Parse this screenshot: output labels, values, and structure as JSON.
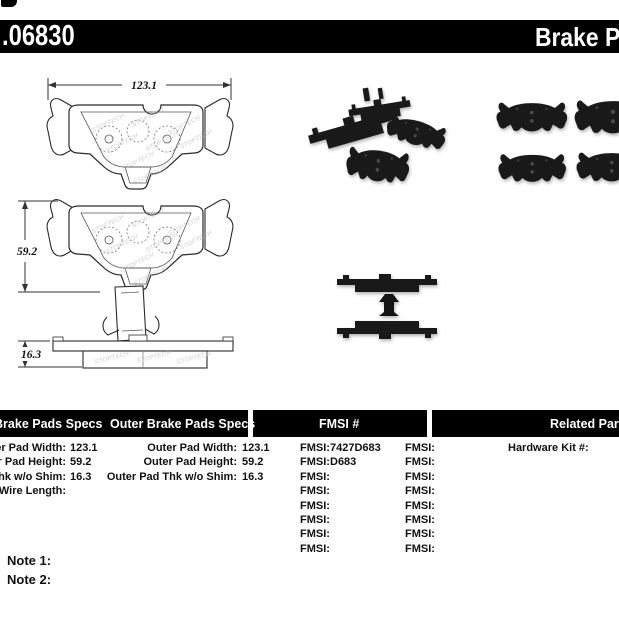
{
  "header": {
    "part_number": ".06830",
    "title": "Brake Pads"
  },
  "drawings": {
    "watermark": "STOPTECH",
    "width_dim": "123.1",
    "height_dim": "59.2",
    "thickness_dim": "16.3"
  },
  "tables": {
    "inner": {
      "title": "Inner Brake Pads Specs",
      "rows": [
        {
          "label": "Inner Pad Width:",
          "value": "123.1"
        },
        {
          "label": "Inner Pad Height:",
          "value": "59.2"
        },
        {
          "label": "Inner Pad Thk w/o Shim:",
          "value": "16.3"
        },
        {
          "label": "Sensor Wire Length:",
          "value": ""
        }
      ]
    },
    "outer": {
      "title": "Outer Brake Pads Specs",
      "rows": [
        {
          "label": "Outer Pad Width:",
          "value": "123.1"
        },
        {
          "label": "Outer Pad Height:",
          "value": "59.2"
        },
        {
          "label": "Outer Pad Thk w/o Shim:",
          "value": "16.3"
        }
      ]
    },
    "fmsi": {
      "title": "FMSI #",
      "rows": [
        {
          "l_label": "FMSI:",
          "l_value": "7427D683",
          "r_label": "FMSI:",
          "r_value": ""
        },
        {
          "l_label": "FMSI:",
          "l_value": "D683",
          "r_label": "FMSI:",
          "r_value": ""
        },
        {
          "l_label": "FMSI:",
          "l_value": "",
          "r_label": "FMSI:",
          "r_value": ""
        },
        {
          "l_label": "FMSI:",
          "l_value": "",
          "r_label": "FMSI:",
          "r_value": ""
        },
        {
          "l_label": "FMSI:",
          "l_value": "",
          "r_label": "FMSI:",
          "r_value": ""
        },
        {
          "l_label": "FMSI:",
          "l_value": "",
          "r_label": "FMSI:",
          "r_value": ""
        },
        {
          "l_label": "FMSI:",
          "l_value": "",
          "r_label": "FMSI:",
          "r_value": ""
        },
        {
          "l_label": "FMSI:",
          "l_value": "",
          "r_label": "FMSI:",
          "r_value": ""
        }
      ]
    },
    "related": {
      "title": "Related Parts",
      "hardware_kit_label": "Hardware Kit #:",
      "hardware_kit_value": ""
    }
  },
  "notes": {
    "note1": "Note 1:",
    "note2": "Note 2:"
  }
}
